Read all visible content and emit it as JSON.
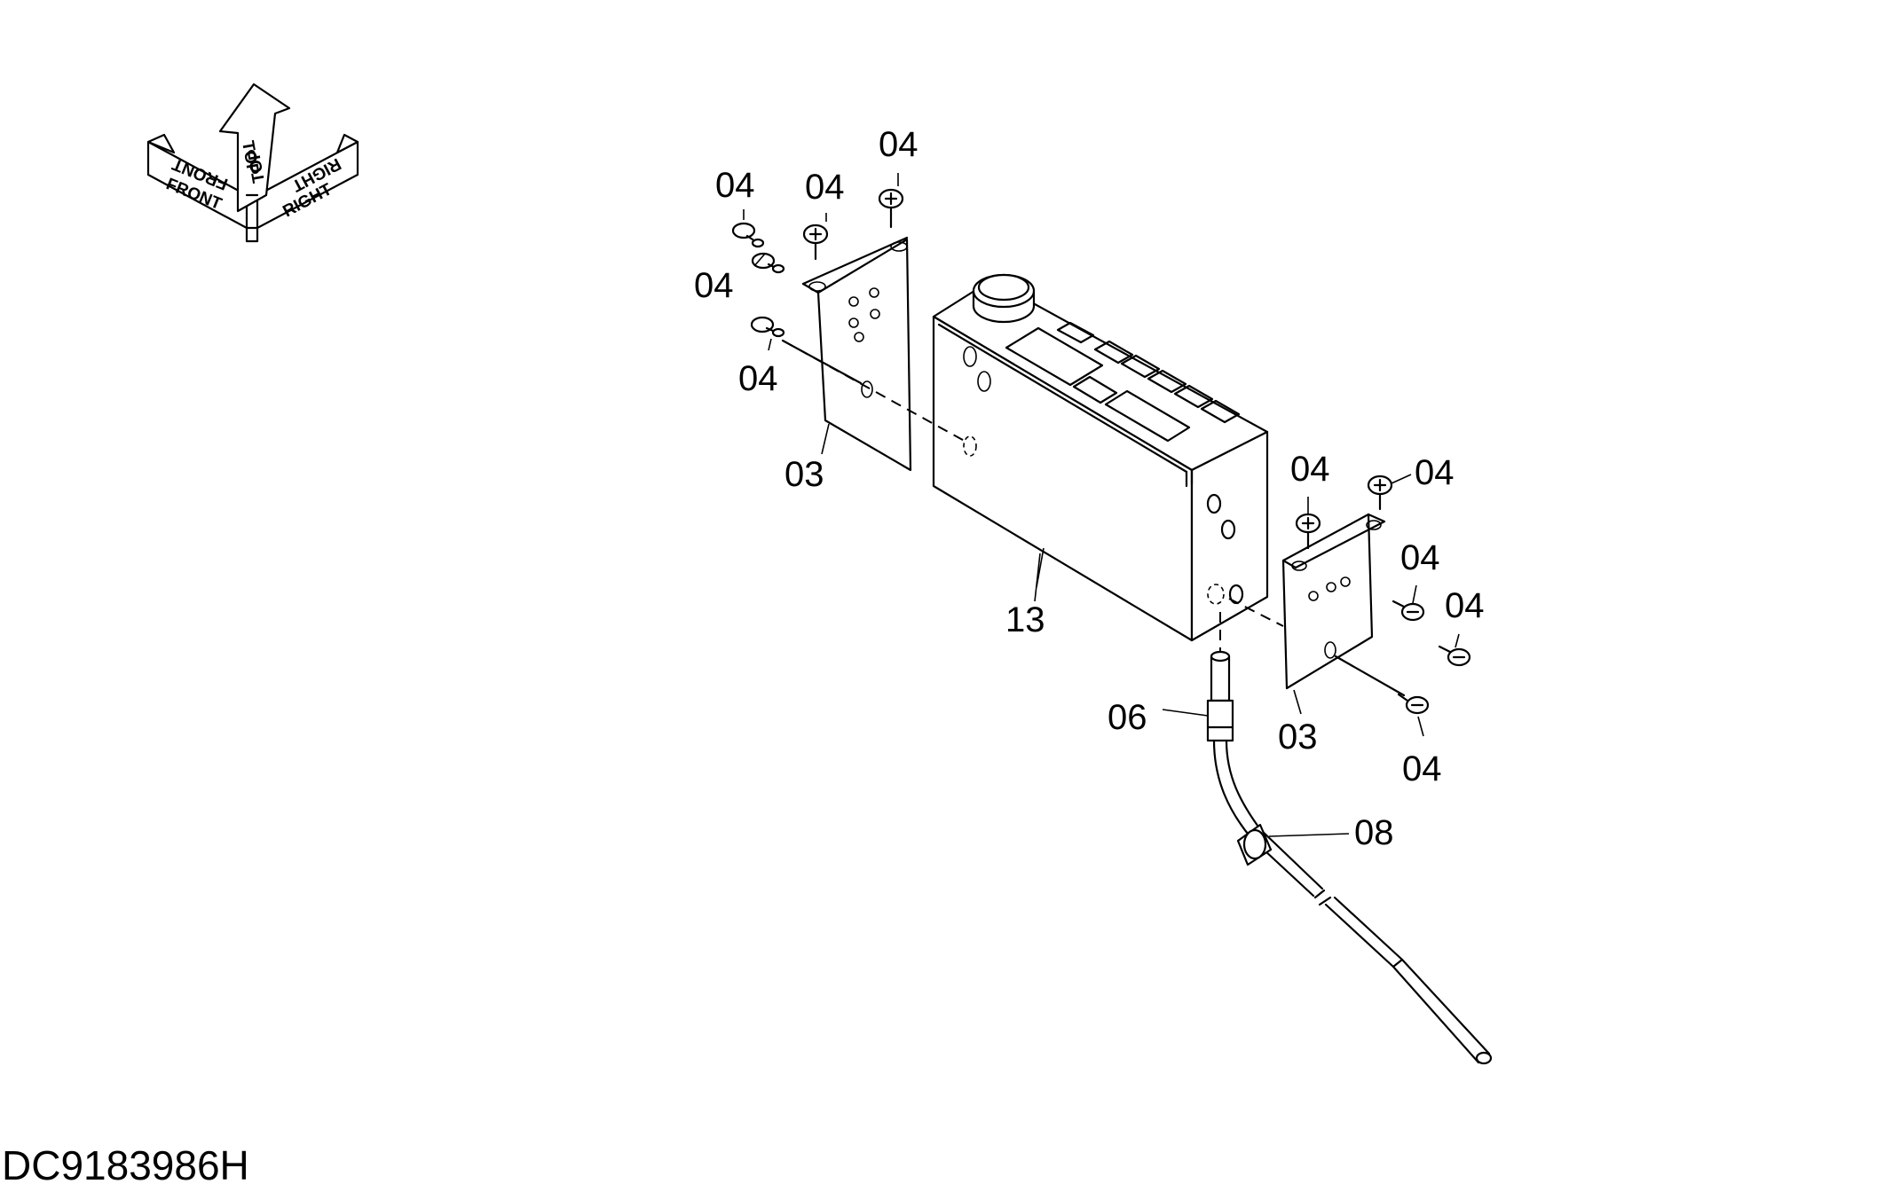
{
  "orientation": {
    "front": "FRONT",
    "top": "TOP",
    "right": "RIGHT"
  },
  "callouts": {
    "bracket_left": "03",
    "bracket_right": "03",
    "screw_l1": "04",
    "screw_l2": "04",
    "screw_l3": "04",
    "screw_l4": "04",
    "screw_l5": "04",
    "screw_r1": "04",
    "screw_r2": "04",
    "screw_r3": "04",
    "screw_r4": "04",
    "screw_r5": "04",
    "sensor": "06",
    "clamp": "08",
    "controller": "13"
  },
  "drawing_code": "DC9183986H"
}
